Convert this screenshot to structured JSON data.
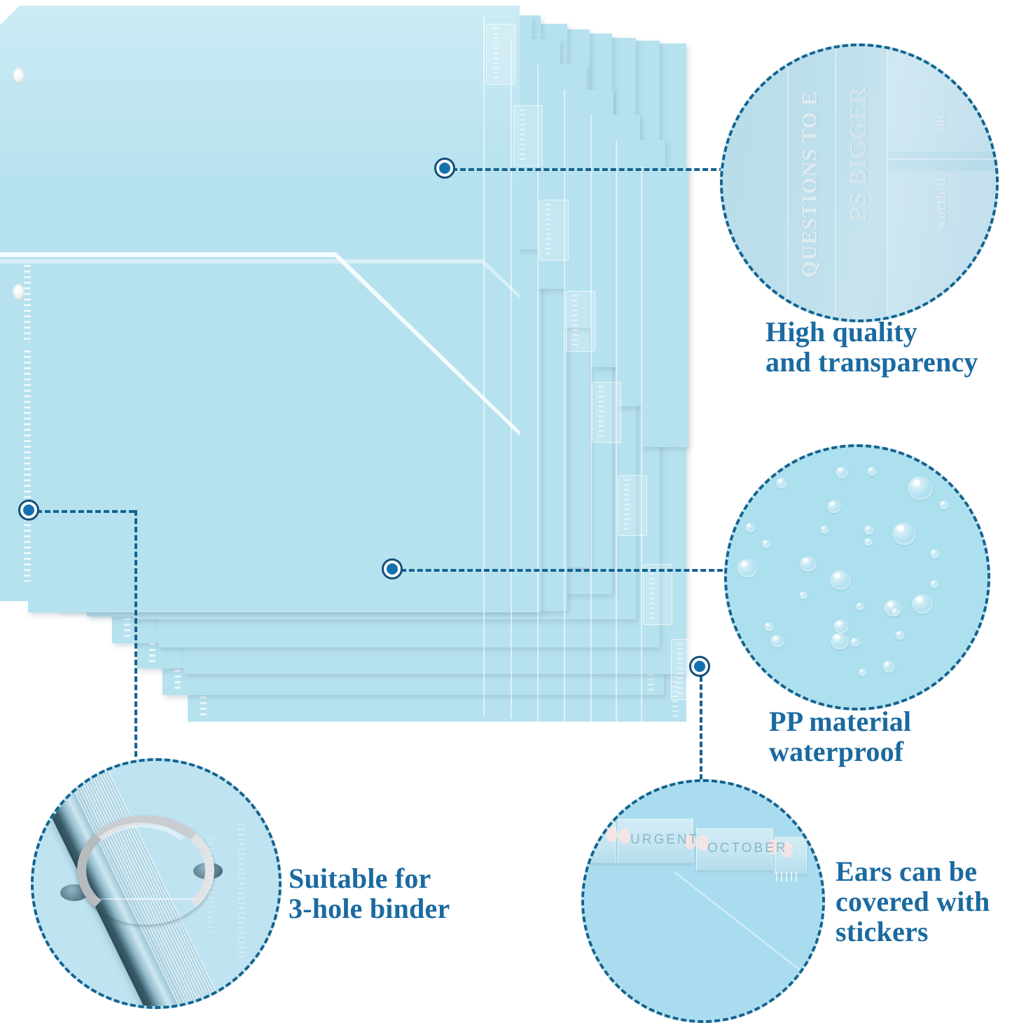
{
  "page": {
    "title": "Binder Dividers Product Features Infographic",
    "background_color": "#ffffff",
    "accent_color": "#1a6aa0",
    "dash_color": "#14638f",
    "divider_color": "#b6e2ef",
    "droplet_circle_color": "#ade0ef"
  },
  "product": {
    "name": "plastic-binder-dividers-stack",
    "sheet_count": 8,
    "hole_count_visible": 2,
    "tab_count": 8,
    "description": "Stack of translucent light blue 3-hole plastic binder dividers with staggered side tabs"
  },
  "callouts": [
    {
      "id": "high-quality",
      "caption_lines": [
        "High quality",
        "and transparency"
      ],
      "circle": "transparency-closeup",
      "ghost_text": [
        "QUESTIONS TO E",
        "PS BIGGER",
        "inc.",
        "worth it"
      ]
    },
    {
      "id": "pp-material",
      "caption_lines": [
        "PP material",
        "waterproof"
      ],
      "circle": "waterproof-closeup",
      "droplet_count": 28
    },
    {
      "id": "three-hole-binder",
      "caption_lines": [
        "Suitable for",
        "3-hole binder"
      ],
      "circle": "binder-ring-closeup"
    },
    {
      "id": "sticker-ears",
      "caption_lines": [
        "Ears can be",
        "covered with",
        "stickers"
      ],
      "circle": "sticker-ears-closeup",
      "sticker_labels": [
        "URGENT",
        "OCTOBER"
      ]
    }
  ]
}
